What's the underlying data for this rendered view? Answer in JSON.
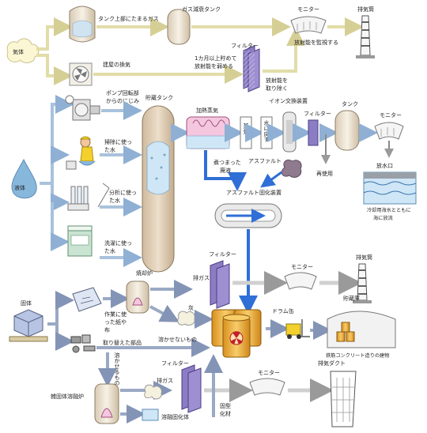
{
  "colors": {
    "gas_arrow": "#e2dca8",
    "liquid_arrow": "#a9c2dc",
    "solid_arrow": "#9aa9c4",
    "blue_arrow": "#2f6fd6",
    "tank_body": "#efe6d8",
    "filter_purple": "#8c7cc4",
    "drum_orange": "#f0b445",
    "water_blue": "#88b7dc"
  },
  "sources": {
    "gas": "気体",
    "liquid": "液体",
    "solid": "固体"
  },
  "gas": {
    "tank_top_gas": "タンク上部にたまるガス",
    "decay_tank": "ガス減衰タンク",
    "room_vent": "建屋の換気",
    "hold_text_1": "1カ月以上貯めて",
    "hold_text_2": "放射能を弱める",
    "filter": "フィルター",
    "remove_text_1": "放射能を",
    "remove_text_2": "取り除く",
    "monitor": "モニター",
    "monitor_text": "放射能を監視する",
    "stack": "排気筒"
  },
  "liquid": {
    "pump_text_1": "ポンプ回転部",
    "pump_text_2": "からのにじみ",
    "cleaning_water_1": "掃除に使っ",
    "cleaning_water_2": "た水",
    "analysis_water_1": "分析に使っ",
    "analysis_water_2": "た水",
    "laundry_water_1": "洗濯に使っ",
    "laundry_water_2": "た水",
    "storage_tank": "貯蔵タンク",
    "heated_steam": "加熱蒸気",
    "steam": "蒸気",
    "back_to_water": "水に戻す",
    "ion_exchanger": "イオン交換装置",
    "filter": "フィルター",
    "tank": "タンク",
    "monitor": "モニター",
    "concentrate_1": "煮つまった",
    "concentrate_2": "廃液",
    "asphalt": "アスファルト",
    "asphalt_solidifier": "アスファルト固化装置",
    "reuse": "再使用",
    "outlet": "放水口",
    "sea_text_1": "冷却用海水とともに",
    "sea_text_2": "海に放流"
  },
  "solid": {
    "incinerator": "焼却炉",
    "work_waste_1": "作業に使",
    "work_waste_2": "った紙や",
    "work_waste_3": "布",
    "exhaust_gas": "排ガス",
    "filter": "フィルター",
    "ash": "灰",
    "monitor": "モニター",
    "stack": "排気筒",
    "drum": "ドラム缶",
    "storehouse": "貯蔵庫",
    "building_text": "鉄筋コンクリート造りの建物",
    "replaced_parts": "取り替えた部品",
    "non_meltable": "溶かせないもの",
    "meltable": "溶かせるもの",
    "melt_furnace": "雑固体溶融炉",
    "exhaust_gas_2": "排ガス",
    "filter_2": "フィルター",
    "monitor_2": "モニター",
    "exhaust_duct": "排気ダクト",
    "molten_solid": "溶融固化体",
    "fill_1": "固型",
    "fill_2": "化材"
  }
}
